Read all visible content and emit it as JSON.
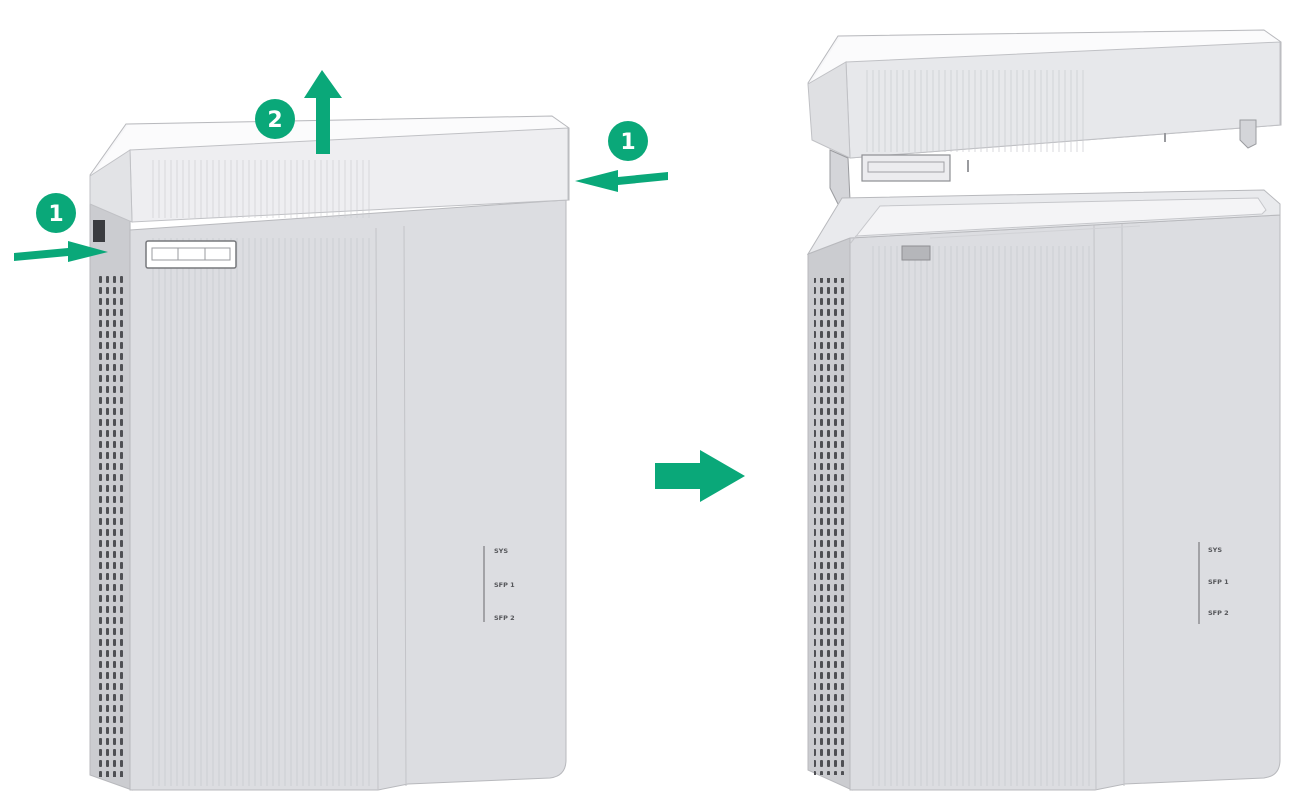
{
  "colors": {
    "accent": "#0aa879",
    "device_body": "#d9dade",
    "device_top": "#f7f7f9",
    "device_outline": "#b8b9bd",
    "badge_text": "#ffffff"
  },
  "steps": {
    "release_latch": "1",
    "lift_cover": "2"
  },
  "led_labels": [
    "SYS",
    "SFP 1",
    "SFP 2"
  ]
}
